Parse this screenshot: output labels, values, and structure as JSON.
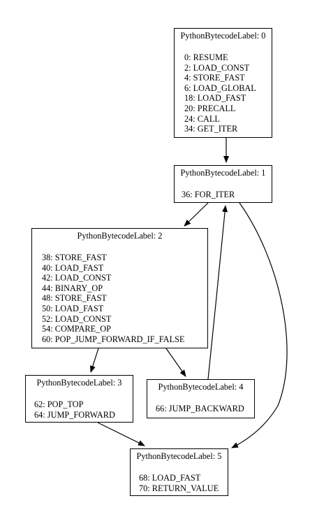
{
  "nodes": [
    {
      "title": "PythonBytecodeLabel: 0",
      "instructions": [
        "0: RESUME",
        "2: LOAD_CONST",
        "4: STORE_FAST",
        "6: LOAD_GLOBAL",
        "18: LOAD_FAST",
        "20: PRECALL",
        "24: CALL",
        "34: GET_ITER"
      ]
    },
    {
      "title": "PythonBytecodeLabel: 1",
      "instructions": [
        "36: FOR_ITER"
      ]
    },
    {
      "title": "PythonBytecodeLabel: 2",
      "instructions": [
        "38: STORE_FAST",
        "40: LOAD_FAST",
        "42: LOAD_CONST",
        "44: BINARY_OP",
        "48: STORE_FAST",
        "50: LOAD_FAST",
        "52: LOAD_CONST",
        "54: COMPARE_OP",
        "60: POP_JUMP_FORWARD_IF_FALSE"
      ]
    },
    {
      "title": "PythonBytecodeLabel: 3",
      "instructions": [
        "62: POP_TOP",
        "64: JUMP_FORWARD"
      ]
    },
    {
      "title": "PythonBytecodeLabel: 4",
      "instructions": [
        "66: JUMP_BACKWARD"
      ]
    },
    {
      "title": "PythonBytecodeLabel: 5",
      "instructions": [
        "68: LOAD_FAST",
        "70: RETURN_VALUE"
      ]
    }
  ],
  "edges": [
    {
      "from": 0,
      "to": 1
    },
    {
      "from": 1,
      "to": 2
    },
    {
      "from": 1,
      "to": 5
    },
    {
      "from": 2,
      "to": 3
    },
    {
      "from": 2,
      "to": 4
    },
    {
      "from": 3,
      "to": 5
    },
    {
      "from": 4,
      "to": 1
    }
  ]
}
